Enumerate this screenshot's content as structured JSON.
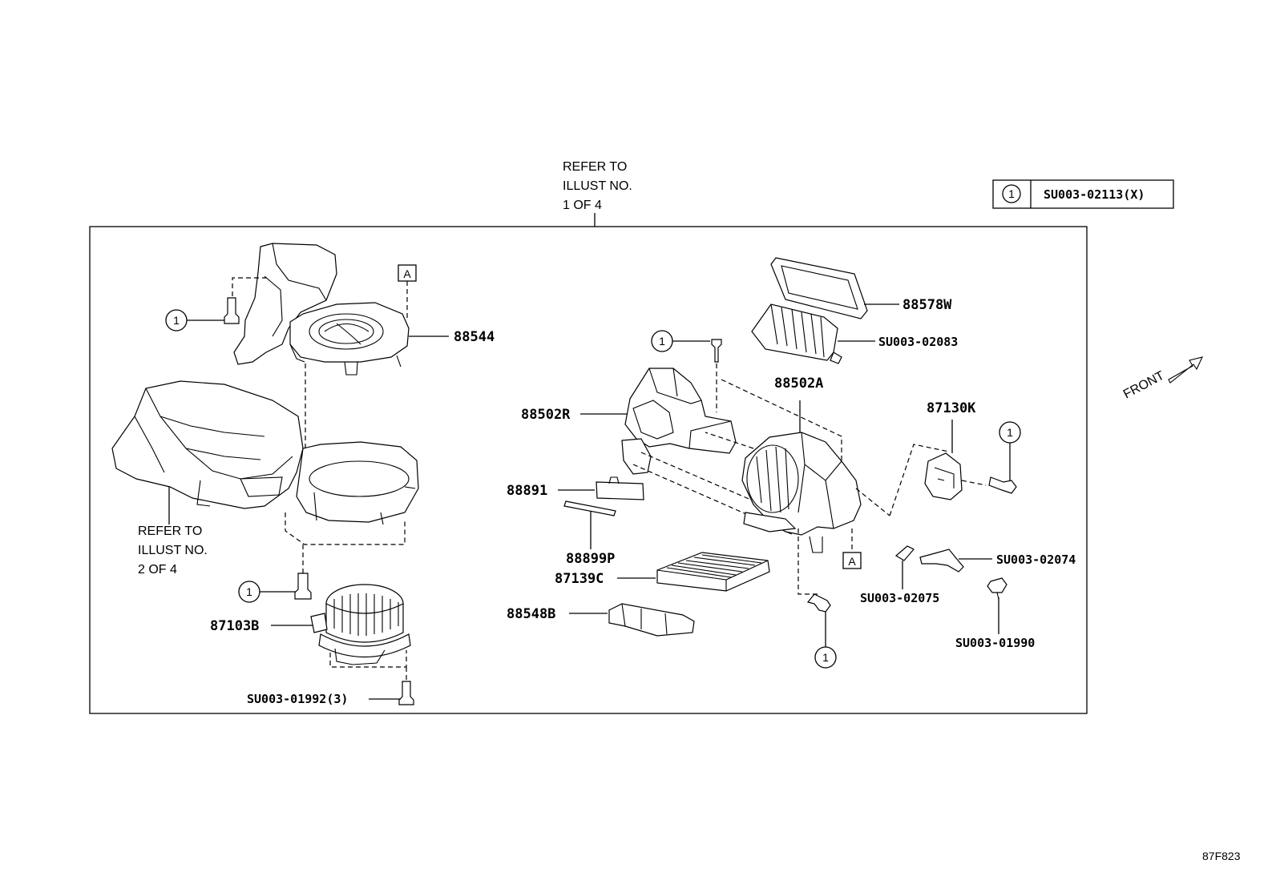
{
  "refer_top": {
    "line1": "REFER TO",
    "line2": "ILLUST NO.",
    "line3": "1 OF 4"
  },
  "refer_left": {
    "line1": "REFER TO",
    "line2": "ILLUST NO.",
    "line3": "2 OF 4"
  },
  "legend": {
    "symbol": "1",
    "code": "SU003-02113(X)"
  },
  "front_label": "FRONT",
  "figure_id": "87F823",
  "ref_marker": "A",
  "bolt_marker": "1",
  "parts": {
    "p88544": "88544",
    "p88578W": "88578W",
    "p02083": "SU003-02083",
    "p88502A": "88502A",
    "p87130K": "87130K",
    "p88502R": "88502R",
    "p88891": "88891",
    "p88899P": "88899P",
    "p87139C": "87139C",
    "p88548B": "88548B",
    "p87103B": "87103B",
    "p01992": "SU003-01992(3)",
    "p02074": "SU003-02074",
    "p02075": "SU003-02075",
    "p01990": "SU003-01990"
  }
}
